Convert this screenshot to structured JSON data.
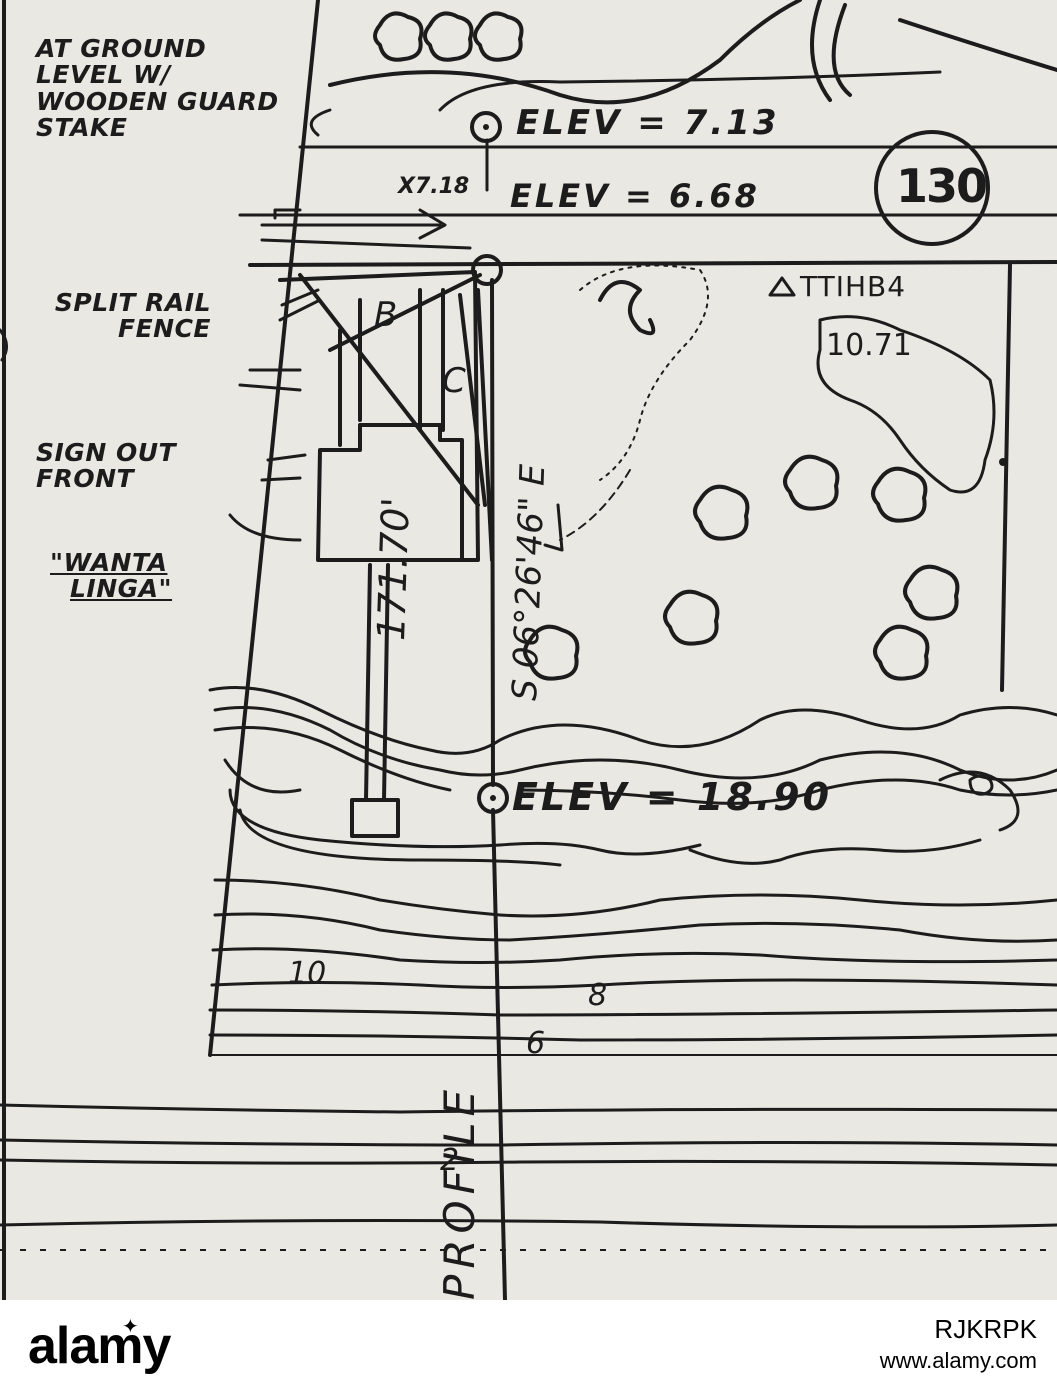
{
  "notes": {
    "ground_level": [
      "AT GROUND",
      "LEVEL W/",
      "WOODEN GUARD",
      "STAKE"
    ],
    "fence": [
      "SPLIT RAIL",
      "FENCE"
    ],
    "sign": [
      "SIGN OUT",
      "FRONT"
    ],
    "sign_name": [
      "\"WANTA",
      "LINGA\""
    ]
  },
  "elevations": {
    "top": "ELEV = 7.13",
    "second": "ELEV = 6.68",
    "bottom": "ELEV = 18.90",
    "spot": "x7.18"
  },
  "marker": {
    "number": "130"
  },
  "benchmark": {
    "label": "TTIHB4",
    "value": "10.71"
  },
  "bearing": {
    "distance": "171.70'",
    "direction": "S 06°26'46\" E"
  },
  "lot_labels": {
    "b": "B",
    "c": "C"
  },
  "contours": [
    "10",
    "8",
    "6",
    "2"
  ],
  "profile_label": "PROFILE",
  "watermark": {
    "brand": "alamy",
    "image_id": "RJKRPK",
    "url": "www.alamy.com"
  },
  "colors": {
    "paper": "#eae8e2",
    "ink": "#1c1c1c"
  }
}
